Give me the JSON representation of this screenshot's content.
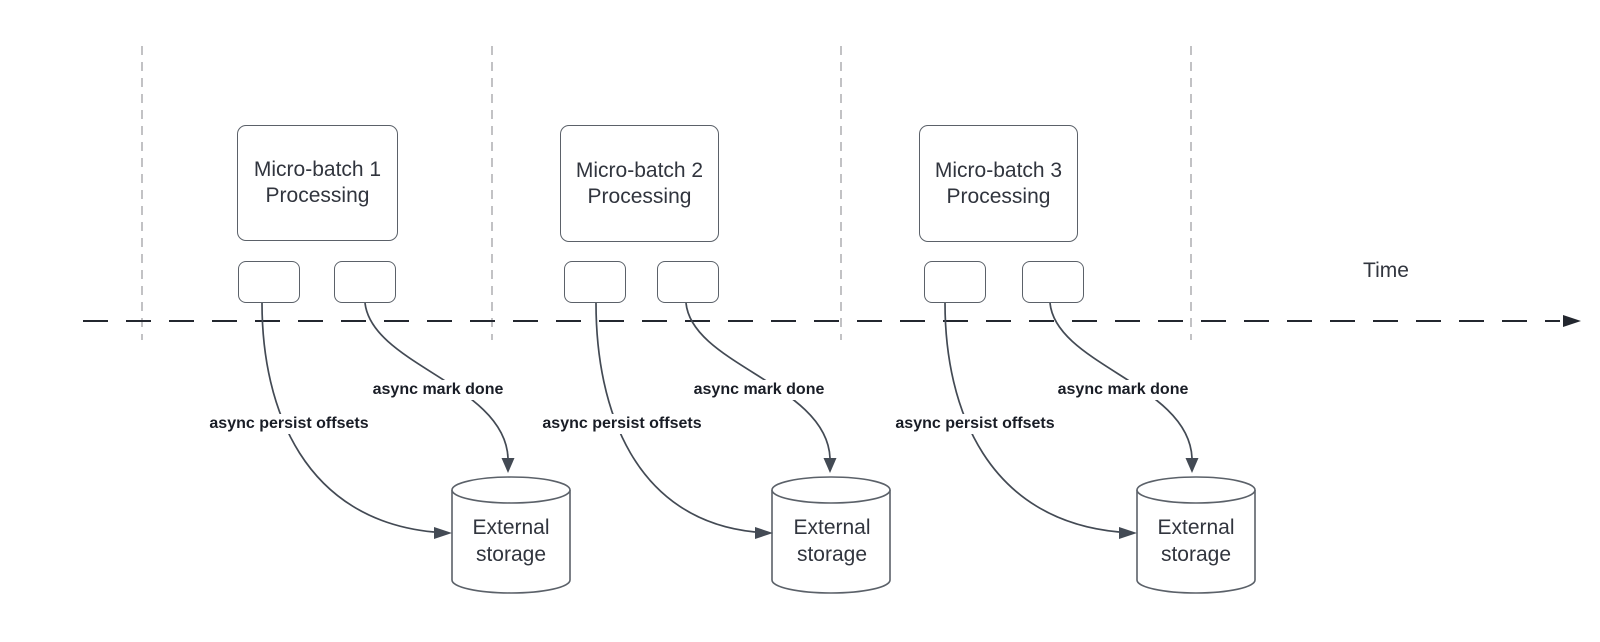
{
  "axis": {
    "label": "Time"
  },
  "groups": [
    {
      "box": "Micro-batch 1\nProcessing",
      "persist": "async persist offsets",
      "done": "async mark done",
      "storage": "External\nstorage"
    },
    {
      "box": "Micro-batch 2\nProcessing",
      "persist": "async persist offsets",
      "done": "async mark done",
      "storage": "External\nstorage"
    },
    {
      "box": "Micro-batch 3\nProcessing",
      "persist": "async persist offsets",
      "done": "async mark done",
      "storage": "External\nstorage"
    }
  ],
  "colors": {
    "background": "#ffffff",
    "shape_stroke": "#5b6169",
    "curve_stroke": "#434a54",
    "guide_stroke": "#a8a8ac",
    "timeline_stroke": "#23272f",
    "body_text": "#31353e",
    "label_text": "#191d26"
  }
}
